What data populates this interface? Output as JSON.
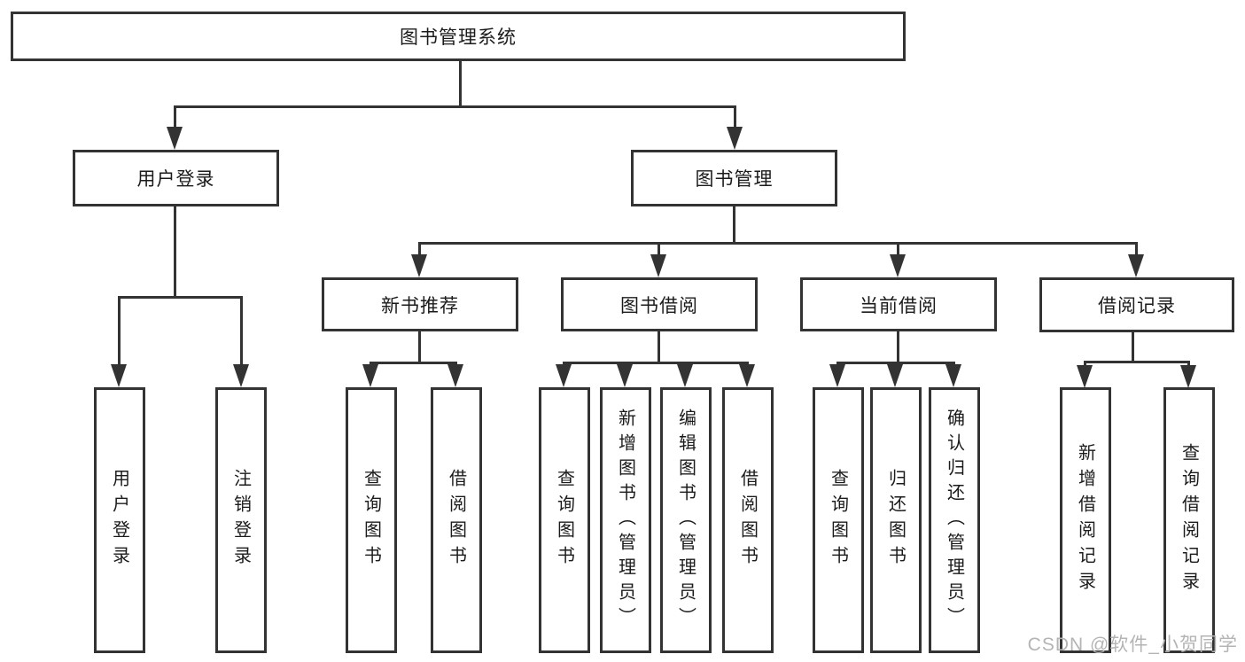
{
  "tree": {
    "root": {
      "label": "图书管理系统"
    },
    "branches": [
      {
        "label": "用户登录",
        "leaves": [
          {
            "label": "用户登录"
          },
          {
            "label": "注销登录"
          }
        ]
      },
      {
        "label": "图书管理",
        "children": [
          {
            "label": "新书推荐",
            "leaves": [
              {
                "label": "查询图书"
              },
              {
                "label": "借阅图书"
              }
            ]
          },
          {
            "label": "图书借阅",
            "leaves": [
              {
                "label": "查询图书"
              },
              {
                "label": "新增图书（管理员）"
              },
              {
                "label": "编辑图书（管理员）"
              },
              {
                "label": "借阅图书"
              }
            ]
          },
          {
            "label": "当前借阅",
            "leaves": [
              {
                "label": "查询图书"
              },
              {
                "label": "归还图书"
              },
              {
                "label": "确认归还（管理员）"
              }
            ]
          },
          {
            "label": "借阅记录",
            "leaves": [
              {
                "label": "新增借阅记录"
              },
              {
                "label": "查询借阅记录"
              }
            ]
          }
        ]
      }
    ]
  },
  "watermark": {
    "text": "CSDN @软件_小贺同学",
    "color": "#b4b4b4"
  },
  "colors": {
    "line": "#333333",
    "box_border": "#333333",
    "text": "#1b1b1b",
    "background": "#ffffff"
  }
}
